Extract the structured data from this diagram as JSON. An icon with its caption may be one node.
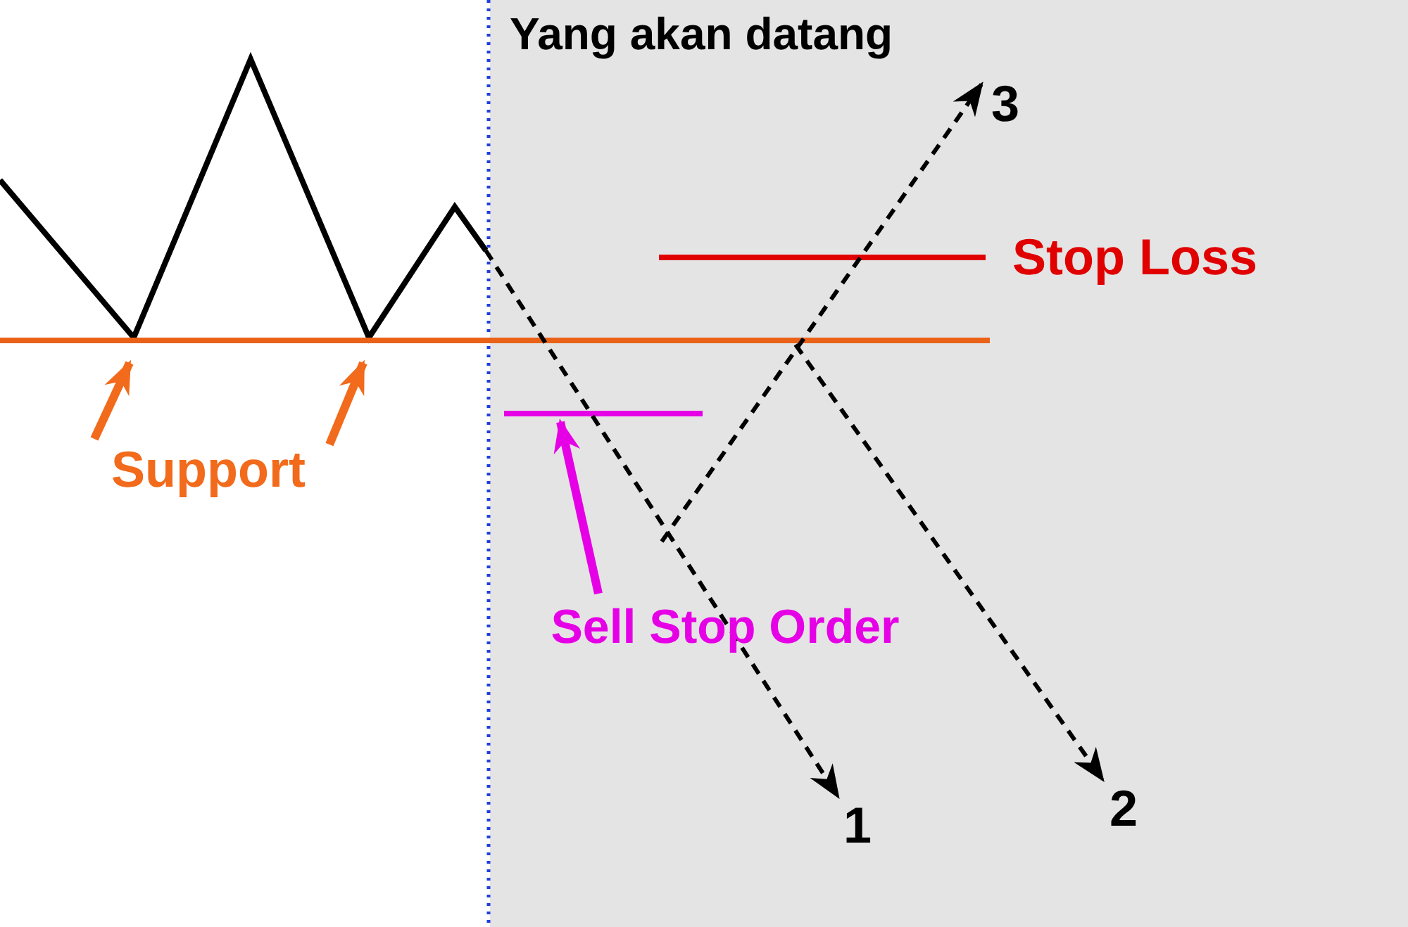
{
  "diagram": {
    "nodes": [
      {
        "text": [
          "Support"
        ]
      },
      {
        "text": [
          "Sell Stop Order"
        ]
      },
      {
        "text": [
          "1"
        ]
      },
      {
        "text": [
          "2"
        ]
      },
      {
        "text": [
          "3"
        ]
      }
    ],
    "edges": [
      {
        "from": 0,
        "to": null,
        "arrow": "to",
        "style": "thick",
        "color": "#f26a1b"
      },
      {
        "from": 0,
        "to": null,
        "arrow": "to",
        "style": "thick",
        "color": "#f26a1b"
      },
      {
        "from": 1,
        "to": null,
        "arrow": "to",
        "style": "thick",
        "color": "#e600e6"
      },
      {
        "from": null,
        "to": 2,
        "arrow": "to",
        "style": "dashed"
      },
      {
        "from": null,
        "to": 3,
        "arrow": "to",
        "style": "dashed"
      },
      {
        "from": null,
        "to": 4,
        "arrow": "to",
        "style": "dashed"
      }
    ],
    "labels": [
      "Yang akan datang",
      "Stop Loss"
    ]
  }
}
